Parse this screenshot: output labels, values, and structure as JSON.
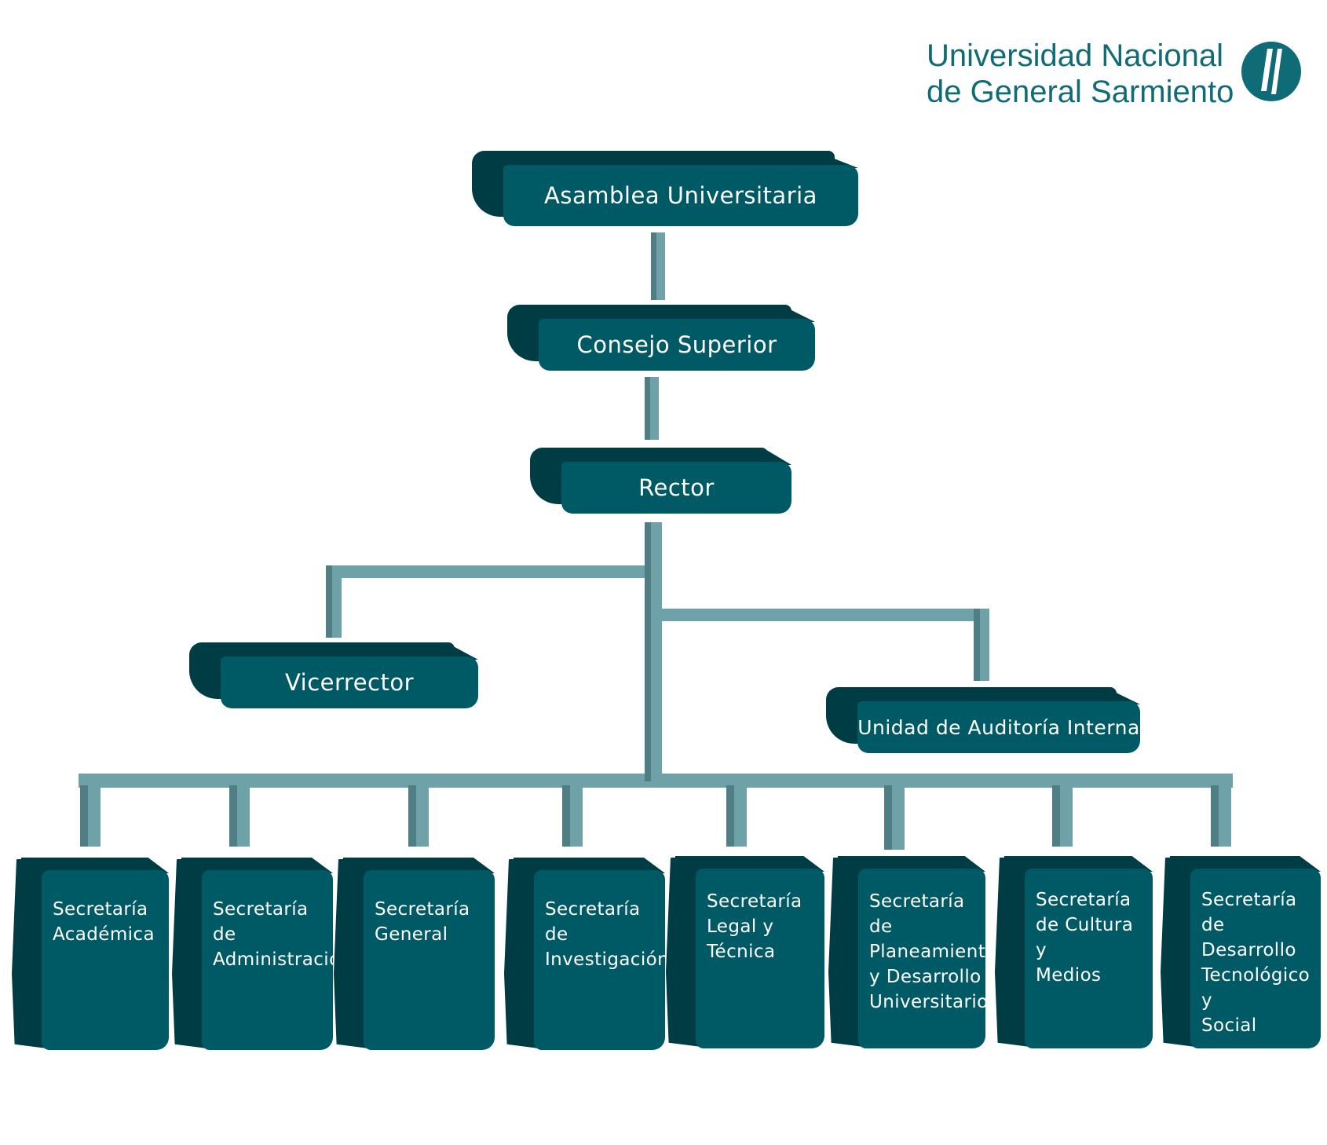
{
  "logo": {
    "line1": "Universidad  Nacional",
    "line2": "de General Sarmiento",
    "mark": "ungs-logo-icon"
  },
  "colors": {
    "box_face": "#005a66",
    "box_side": "#003c44",
    "connector": "#6fa1a8",
    "connector_shade": "#4f7e85",
    "logo": "#0f6b76"
  },
  "org": {
    "asamblea": "Asamblea Universitaria",
    "consejo": "Consejo Superior",
    "rector": "Rector",
    "vicerrector": "Vicerrector",
    "auditoria": "Unidad de Auditoría Interna",
    "secretarias": [
      "Secretaría\nAcadémica",
      "Secretaría\nde\nAdministración",
      "Secretaría\nGeneral",
      "Secretaría\nde\nInvestigación",
      "Secretaría\nLegal y\nTécnica",
      "Secretaría de\nPlaneamiento\ny Desarrollo\nUniversitario",
      "Secretaría\nde Cultura y\nMedios",
      "Secretaría\nde Desarrollo\nTecnológico y\nSocial"
    ]
  }
}
